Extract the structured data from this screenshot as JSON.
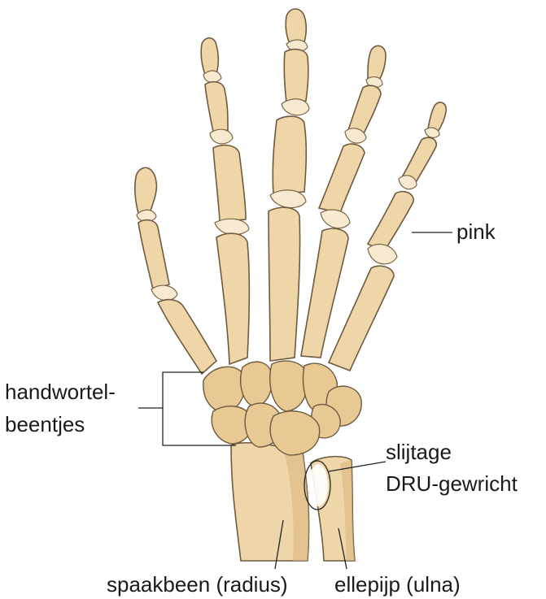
{
  "labels": {
    "pinky": "pink",
    "carpals_line1": "handwortel-",
    "carpals_line2": "beentjes",
    "wear_line1": "slijtage",
    "wear_line2": "DRU-gewricht",
    "radius": "spaakbeen (radius)",
    "ulna": "ellepijp (ulna)"
  },
  "colors": {
    "bone": "#efd6a9",
    "bone_outline": "#6e5a3e",
    "leader_line": "#222222"
  }
}
